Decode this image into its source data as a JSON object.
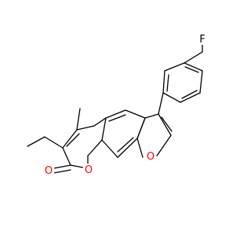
{
  "molecule": {
    "atoms": {
      "fluorine": {
        "symbol": "F",
        "color": "#000000"
      },
      "oxygen_carbonyl": {
        "symbol": "O",
        "color": "#ff0000"
      },
      "oxygen_pyranone": {
        "symbol": "O",
        "color": "#ff0000"
      },
      "oxygen_furan": {
        "symbol": "O",
        "color": "#ff0000"
      }
    },
    "bond_color": "#000000",
    "background": "#ffffff"
  }
}
